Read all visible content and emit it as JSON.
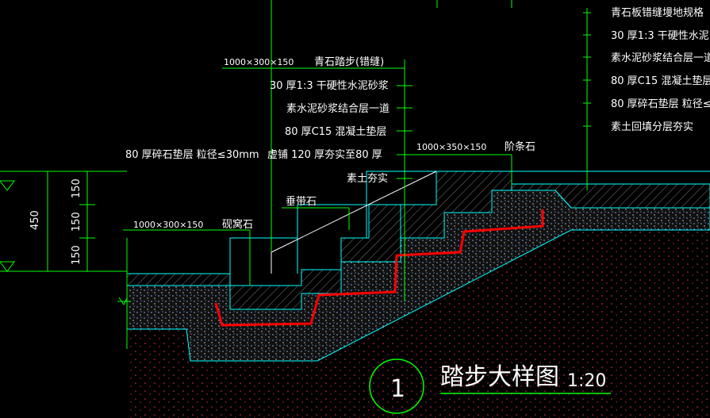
{
  "title": {
    "number": "1",
    "name": "踏步大样图",
    "scale": "1:20"
  },
  "labels_left": {
    "size_top": "1000×300×150",
    "stone_tread": "青石踏步(错缝)",
    "mortar": "30 厚1:3 干硬性水泥砂浆",
    "cement_paste": "素水泥砂浆结合层一道",
    "concrete": "80 厚C15 混凝土垫层",
    "gravel": "80 厚碎石垫层 粒径≤30mm",
    "loose_fill": "虚铺 120 厚夯实至80 厚",
    "soil": "素土夯实",
    "vertical_stone": "垂带石",
    "size_lower": "1000×300×150",
    "slab": "砚窝石"
  },
  "labels_right": {
    "size": "1000×350×150",
    "curb": "阶条石",
    "paving": "青石板错缝墁地规格",
    "mortar": "30 厚1:3 干硬性水泥",
    "cement_paste": "素水泥砂浆结合层一道",
    "concrete": "80 厚C15 混凝土垫层",
    "gravel": "80 厚碎石垫层 粒径≤",
    "soil": "素土回填分层夯实"
  },
  "dimensions": {
    "total": "450",
    "steps": [
      "150",
      "150",
      "150"
    ]
  },
  "colors": {
    "background": "#000000",
    "leader": "#00ff00",
    "stone_outline": "#00ffff",
    "concrete_fill": "#2a2a2a",
    "highlight": "#ff0000",
    "text": "#ffffff"
  }
}
